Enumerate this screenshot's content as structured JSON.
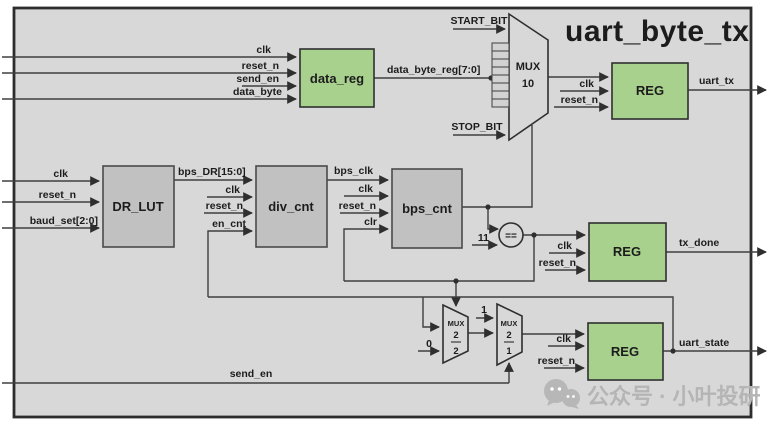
{
  "title": "uart_byte_tx",
  "blocks": {
    "data_reg": "data_reg",
    "dr_lut": "DR_LUT",
    "div_cnt": "div_cnt",
    "bps_cnt": "bps_cnt",
    "reg": "REG",
    "mux": "MUX",
    "mux10_value": "10",
    "mux22_top": "2",
    "mux22_bottom": "2",
    "mux21_top": "2",
    "mux21_bottom": "1",
    "comparator": "=="
  },
  "signals": {
    "clk": "clk",
    "reset_n": "reset_n",
    "send_en": "send_en",
    "data_byte": "data_byte",
    "baud_set": "baud_set[2:0]",
    "bps_dr": "bps_DR[15:0]",
    "bps_clk": "bps_clk",
    "en_cnt": "en_cnt",
    "clr": "clr",
    "data_byte_reg": "data_byte_reg[7:0]",
    "start_bit": "START_BIT",
    "stop_bit": "STOP_BIT",
    "const0": "0",
    "const1": "1",
    "const11": "11",
    "uart_tx": "uart_tx",
    "tx_done": "tx_done",
    "uart_state": "uart_state"
  },
  "watermark": {
    "icon": "wechat-icon",
    "text": "公众号 · 小叶投研"
  },
  "colors": {
    "canvas": "#d8d8d8",
    "block_green": "#a9d18e",
    "block_gray": "#c1c1c1",
    "cell_gray": "#d2d2d2",
    "watermark_gray": "#b7b7b7"
  }
}
